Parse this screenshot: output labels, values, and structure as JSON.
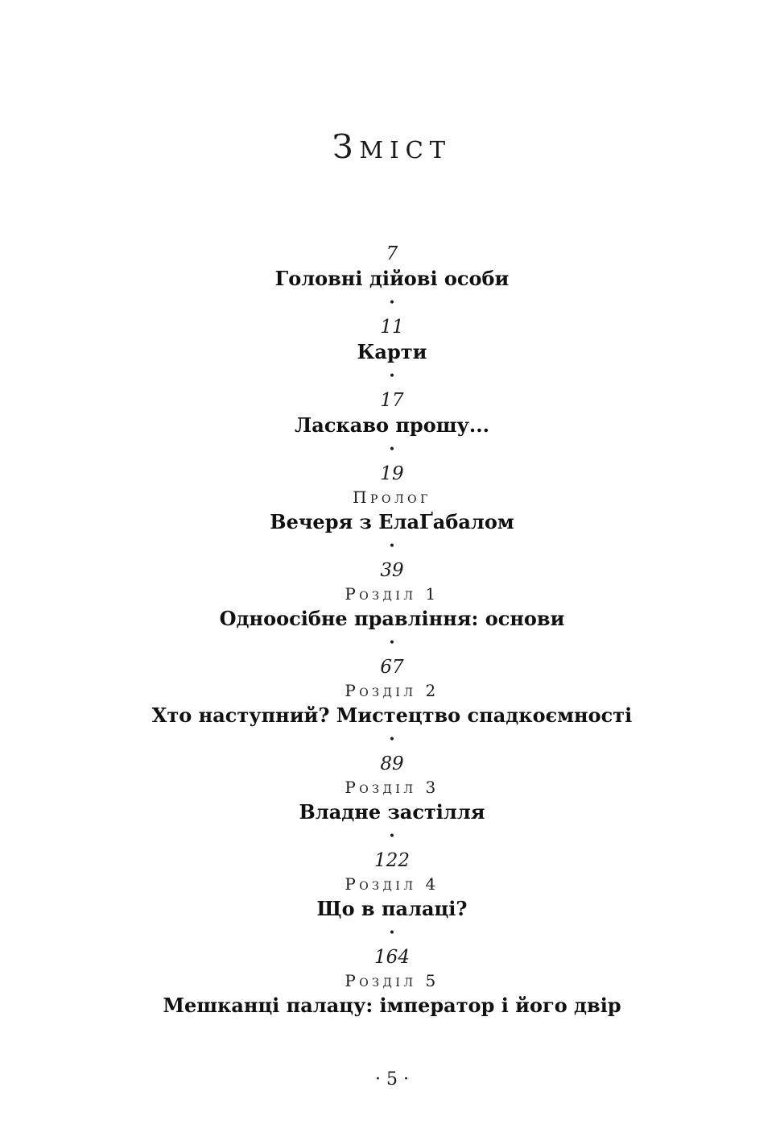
{
  "title": "Зміст",
  "toc": {
    "separator": "•",
    "entries": [
      {
        "page": "7",
        "title": "Головні дійові особи"
      },
      {
        "page": "11",
        "title": "Карти"
      },
      {
        "page": "17",
        "title": "Ласкаво прошу..."
      },
      {
        "page": "19",
        "label": "Пролог",
        "title": "Вечеря з ЕлаҐабалом"
      },
      {
        "page": "39",
        "label": "Розділ 1",
        "title": "Одноосібне правління: основи"
      },
      {
        "page": "67",
        "label": "Розділ 2",
        "title": "Хто наступний? Мистецтво спадкоємності"
      },
      {
        "page": "89",
        "label": "Розділ 3",
        "title": "Владне застілля"
      },
      {
        "page": "122",
        "label": "Розділ 4",
        "title": "Що в палаці?"
      },
      {
        "page": "164",
        "label": "Розділ 5",
        "title": "Мешканці палацу: імператор і його двір"
      }
    ]
  },
  "footer": "· 5 ·"
}
